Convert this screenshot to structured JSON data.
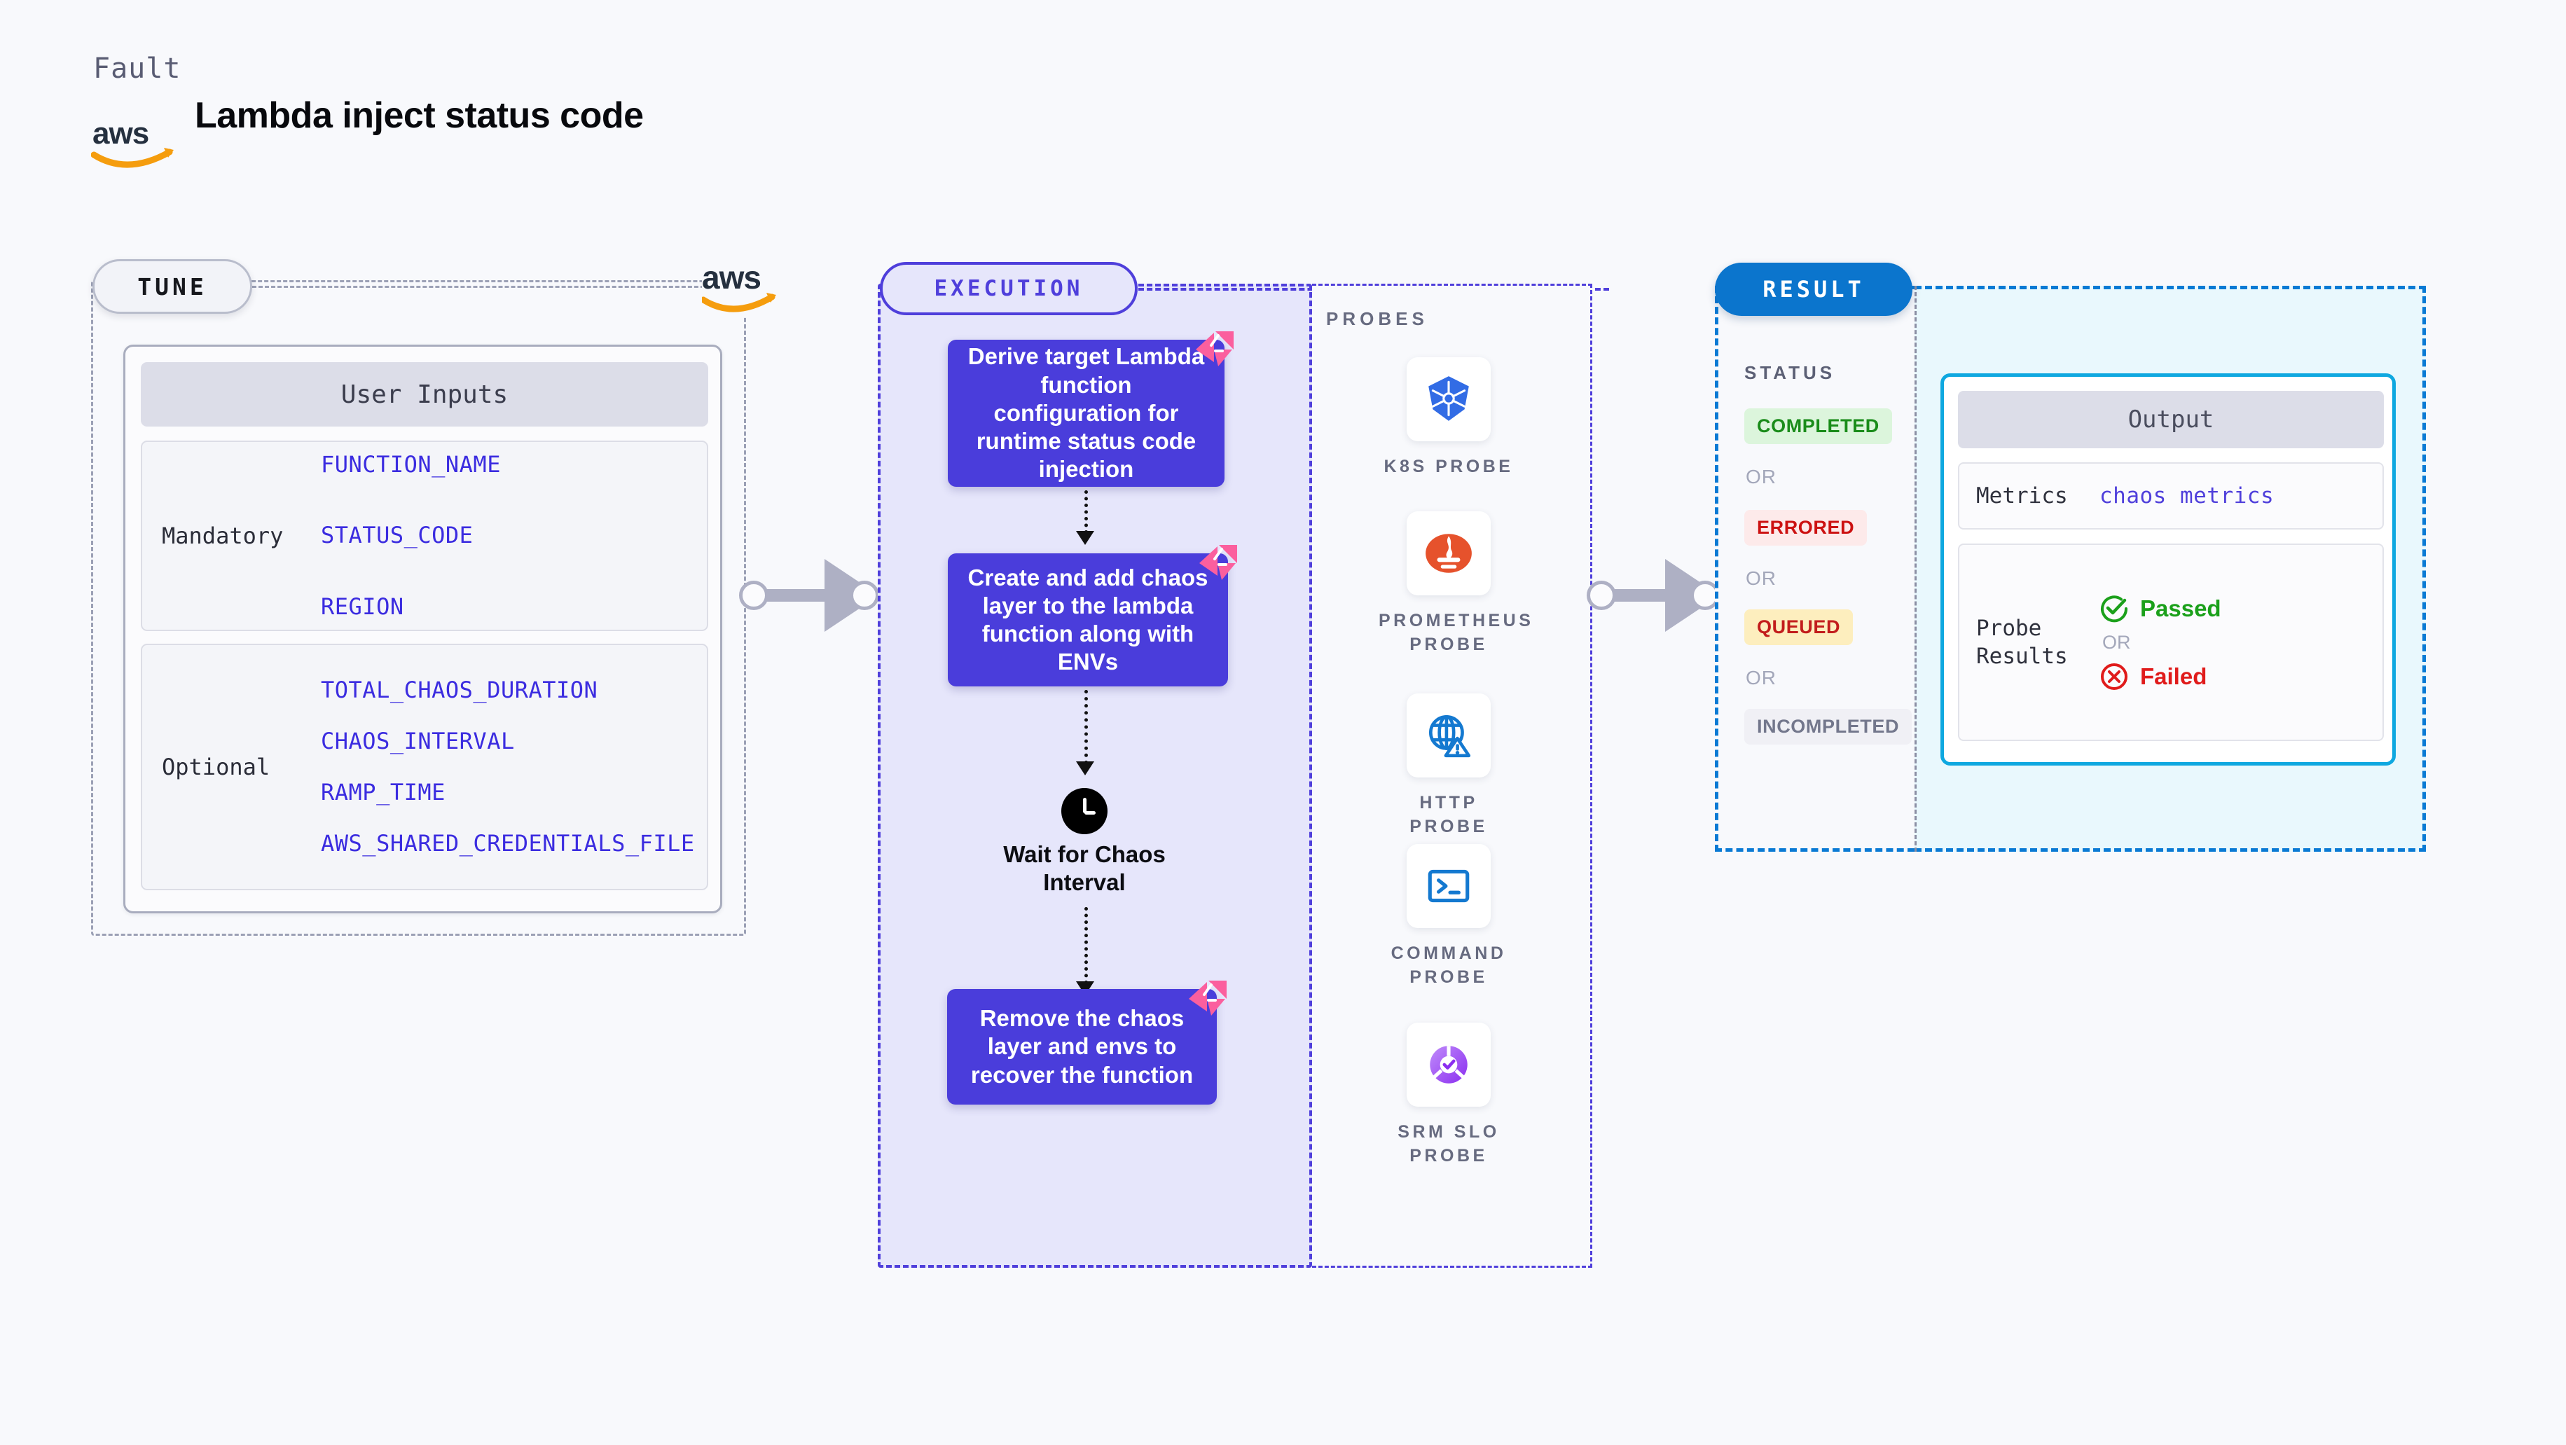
{
  "header": {
    "kicker": "Fault",
    "title": "Lambda inject status code",
    "logo": "aws-logo"
  },
  "tune": {
    "badge": "TUNE",
    "provider_logo": "aws-logo",
    "card_title": "User Inputs",
    "groups": [
      {
        "label": "Mandatory",
        "vars": [
          "FUNCTION_NAME",
          "STATUS_CODE",
          "REGION"
        ]
      },
      {
        "label": "Optional",
        "vars": [
          "TOTAL_CHAOS_DURATION",
          "CHAOS_INTERVAL",
          "RAMP_TIME",
          "AWS_SHARED_CREDENTIALS_FILE"
        ]
      }
    ]
  },
  "execution": {
    "badge": "EXECUTION",
    "steps": [
      "Derive target Lambda function configuration for runtime status code injection",
      "Create and add chaos layer to the lambda function along with ENVs",
      "Remove the chaos layer and envs to recover the function"
    ],
    "wait_label": "Wait for Chaos Interval",
    "wait_icon": "clock-icon",
    "step_badge_icon": "litmus-chaos-icon"
  },
  "probes": {
    "title": "PROBES",
    "items": [
      {
        "label": "K8S PROBE",
        "icon": "kubernetes-icon"
      },
      {
        "label": "PROMETHEUS PROBE",
        "icon": "prometheus-icon"
      },
      {
        "label": "HTTP PROBE",
        "icon": "globe-warning-icon"
      },
      {
        "label": "COMMAND PROBE",
        "icon": "terminal-icon"
      },
      {
        "label": "SRM SLO PROBE",
        "icon": "srm-slo-icon"
      }
    ]
  },
  "result": {
    "badge": "RESULT",
    "status_title": "STATUS",
    "separator": "OR",
    "statuses": [
      {
        "label": "COMPLETED",
        "color": "#1a8c1a",
        "bg": "#dcf5dc"
      },
      {
        "label": "ERRORED",
        "color": "#cc1111",
        "bg": "#fdeaea"
      },
      {
        "label": "QUEUED",
        "color": "#c21c1c",
        "bg": "#fdeebe"
      },
      {
        "label": "INCOMPLETED",
        "color": "#73778c",
        "bg": "#f0f0f5"
      }
    ],
    "output": {
      "title": "Output",
      "metrics_label": "Metrics",
      "metrics_value": "chaos metrics",
      "probe_results_label": "Probe Results",
      "passed_label": "Passed",
      "failed_label": "Failed",
      "separator": "OR",
      "passed_icon": "check-circle-icon",
      "failed_icon": "x-circle-icon"
    }
  },
  "connectors": {
    "tune_to_execution": "arrow-right",
    "probes_to_result": "arrow-right"
  },
  "colors": {
    "accent_purple": "#4a3ddb",
    "accent_blue": "#0b75cd",
    "accent_cyan": "#0fa8e0",
    "litmus_pink": "#fb5f9e",
    "aws_orange": "#f59d0e"
  }
}
